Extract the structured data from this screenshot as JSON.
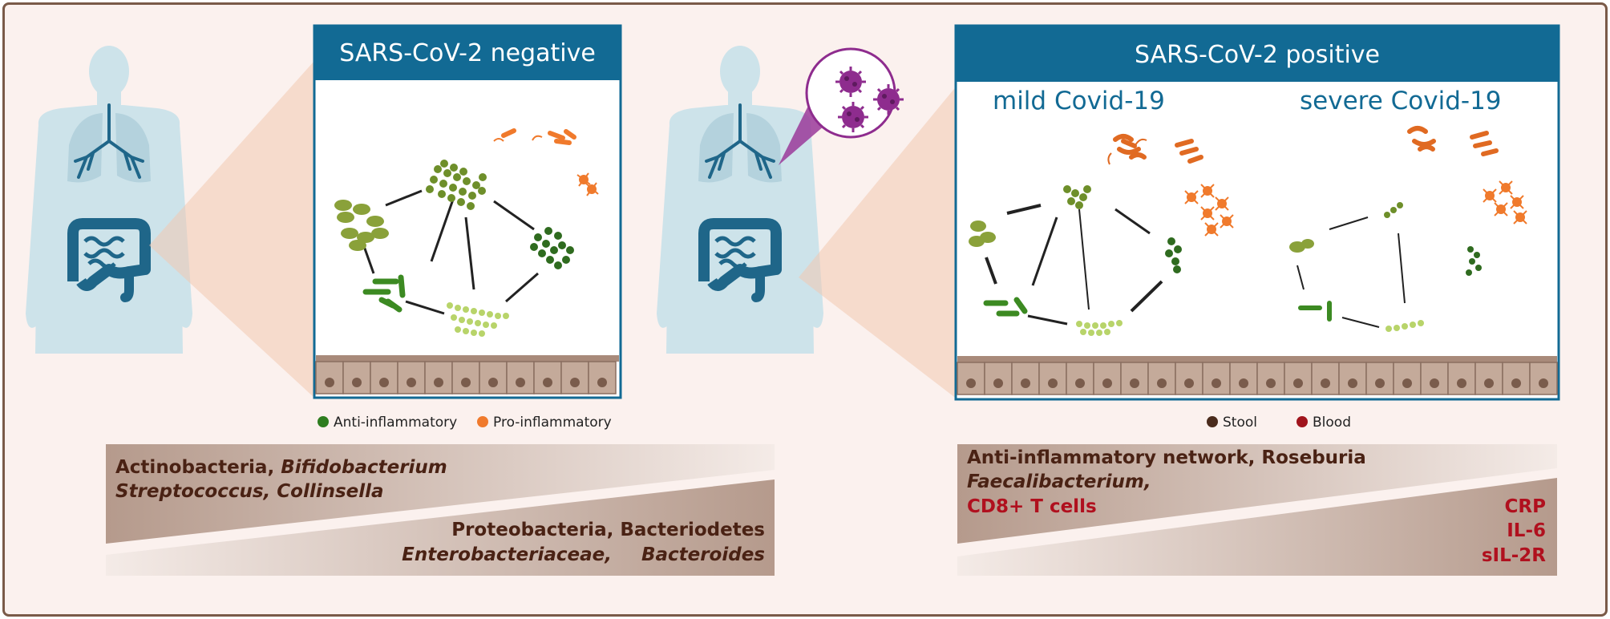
{
  "colors": {
    "frame": "#7a5a48",
    "background": "#fbf1ee",
    "panel_header": "#126a94",
    "body_silhouette": "#cde3ea",
    "intestine": "#1f6689",
    "anti_inflammatory": "#2e7d1f",
    "pro_inflammatory": "#f07a2c",
    "virus": "#8e2c8e",
    "stool": "#4a2b1c",
    "blood": "#a0141c",
    "band": "#b99c8f",
    "dark_text": "#4a2214",
    "red_text": "#b0101e"
  },
  "panel_negative": {
    "title": "SARS-CoV-2 negative"
  },
  "panel_positive": {
    "title": "SARS-CoV-2 positive",
    "mild_label": "mild Covid-19",
    "severe_label": "severe Covid-19"
  },
  "legend_negative": {
    "anti": "Anti-inflammatory",
    "pro": "Pro-inflammatory"
  },
  "legend_positive": {
    "stool": "Stool",
    "blood": "Blood"
  },
  "left_band": {
    "top_line1_a": "Actinobacteria, ",
    "top_line1_b": "Bifidobacterium",
    "top_line2": "Streptococcus, Collinsella",
    "bottom_line1": "Proteobacteria, Bacteriodetes",
    "bottom_line2_a": "Enterobacteriaceae,",
    "bottom_line2_b": "Bacteroides"
  },
  "right_band": {
    "top_line1": "Anti-inflammatory network, Roseburia",
    "top_line2": "Faecalibacterium,",
    "top_line3": "CD8+ T cells",
    "markers": [
      "CRP",
      "IL-6",
      "sIL-2R"
    ]
  }
}
